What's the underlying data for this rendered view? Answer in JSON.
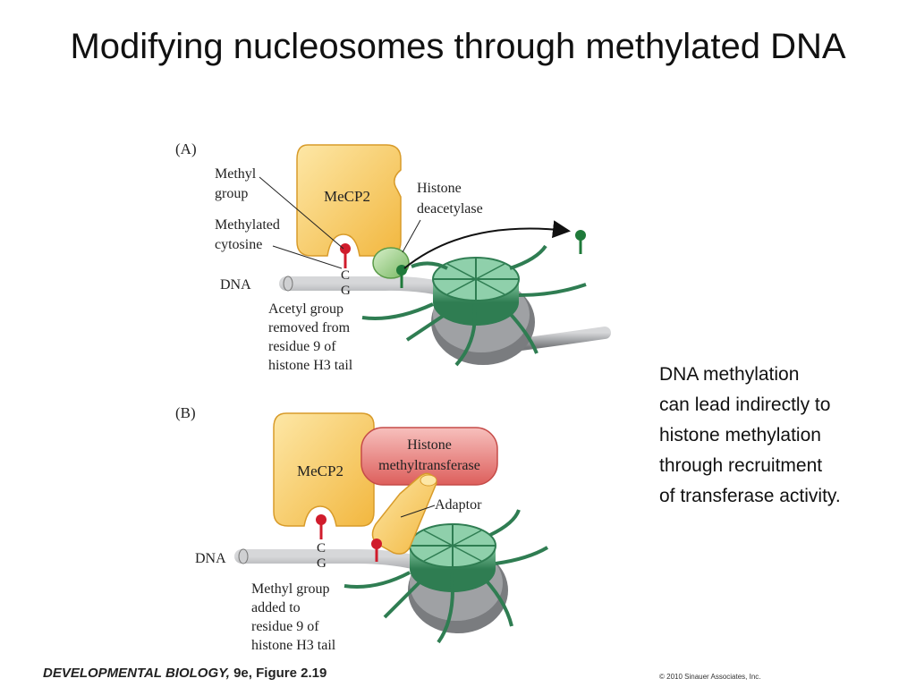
{
  "slide": {
    "title": "Modifying nucleosomes through methylated DNA",
    "side_note": [
      "DNA methylation",
      "can lead indirectly to",
      "histone methylation",
      "through recruitment",
      "of transferase activity."
    ]
  },
  "panel_a": {
    "label": "(A)",
    "protein": "MeCP2",
    "methyl_group": [
      "Methyl",
      "group"
    ],
    "methylated_cytosine": [
      "Methylated",
      "cytosine"
    ],
    "enzyme": [
      "Histone",
      "deacetylase"
    ],
    "dna": "DNA",
    "base_c": "C",
    "base_g": "G",
    "caption": [
      "Acetyl group",
      "removed from",
      "residue 9 of",
      "histone H3 tail"
    ]
  },
  "panel_b": {
    "label": "(B)",
    "protein": "MeCP2",
    "enzyme": [
      "Histone",
      "methyltransferase"
    ],
    "adaptor": "Adaptor",
    "dna": "DNA",
    "base_c": "C",
    "base_g": "G",
    "caption": [
      "Methyl group",
      "added to",
      "residue 9 of",
      "histone H3 tail"
    ]
  },
  "footer": {
    "book_title": "DEVELOPMENTAL BIOLOGY,",
    "figure_ref": " 9e, Figure 2.19",
    "copyright": "© 2010 Sinauer Associates, Inc."
  },
  "colors": {
    "mecp2": "#f7c85a",
    "deacetylase": "#9fd18f",
    "methyltransferase": "#e57a78",
    "nucleosome": "#3f9a6a",
    "methyl_mark": "#d01c2c",
    "acetyl_mark": "#1f7a3a",
    "dna": "#a6a8ab"
  }
}
